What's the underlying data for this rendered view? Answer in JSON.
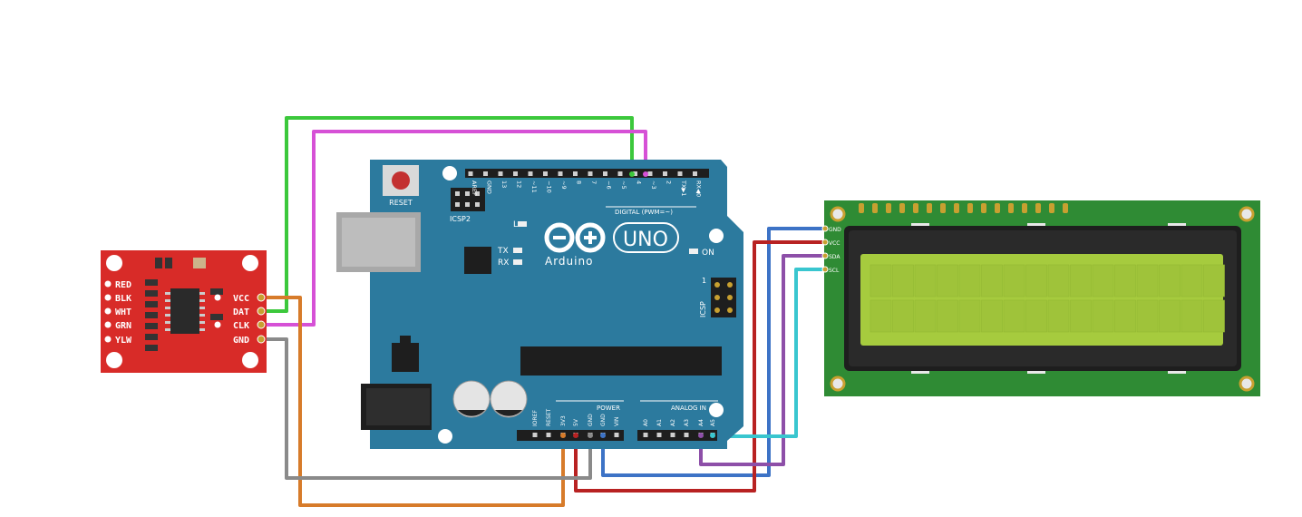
{
  "hx711": {
    "left_labels": [
      "RED",
      "BLK",
      "WHT",
      "GRN",
      "YLW"
    ],
    "right_labels": [
      "VCC",
      "DAT",
      "CLK",
      "GND"
    ]
  },
  "arduino": {
    "reset_label": "RESET",
    "icsp2_label": "ICSP2",
    "icsp_label": "ICSP",
    "logo_uno": "UNO",
    "logo_brand": "Arduino",
    "l_label": "L",
    "tx_label": "TX",
    "rx_label": "RX",
    "on_label": "ON",
    "digital_label": "DIGITAL (PWM=~)",
    "power_label": "POWER",
    "analog_label": "ANALOG IN",
    "digital_pins": [
      "AREF",
      "GND",
      "13",
      "12",
      "~11",
      "~10",
      "~9",
      "8",
      "7",
      "~6",
      "~5",
      "4",
      "~3",
      "2",
      "TX▶1",
      "RX◀0"
    ],
    "power_pins": [
      "IOREF",
      "RESET",
      "3V3",
      "5V",
      "GND",
      "GND",
      "VIN"
    ],
    "analog_pins": [
      "A0",
      "A1",
      "A2",
      "A3",
      "A4",
      "A5"
    ],
    "icsp_one": "1"
  },
  "lcd": {
    "pin_labels": [
      "GND",
      "VCC",
      "SDA",
      "SCL"
    ]
  },
  "colors": {
    "hx711_board": "#d82b28",
    "arduino_board": "#2c7a9e",
    "lcd_board": "#2f8b34",
    "lcd_screen": "#a6cb3e",
    "wire_green": "#3cc83c",
    "wire_magenta": "#d651d6",
    "wire_orange": "#d77b2a",
    "wire_gray": "#8a8a8a",
    "wire_blue": "#3d73c6",
    "wire_red": "#b82222",
    "wire_purple": "#8d4fa8",
    "wire_cyan": "#39c6cf"
  }
}
